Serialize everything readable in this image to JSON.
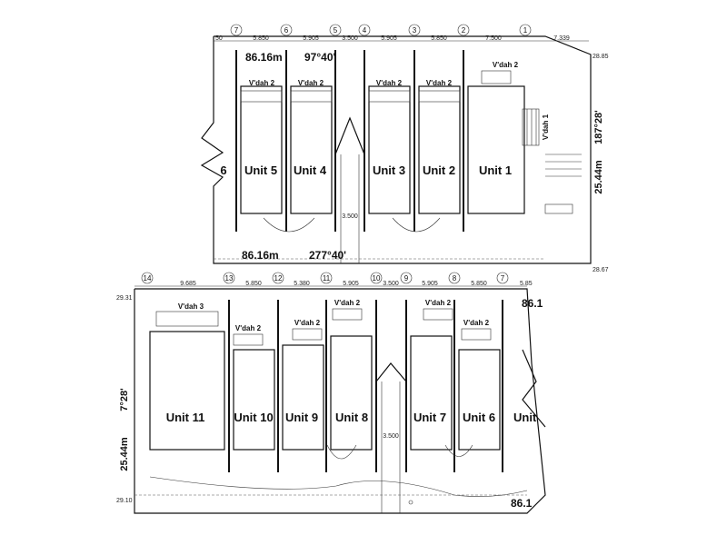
{
  "upper_block": {
    "bearing_top": "86.16m",
    "angle_top": "97°40'",
    "bearing_bottom": "86.16m",
    "angle_bottom": "277°40'",
    "side_length": "25.44m",
    "side_angle": "187°28'",
    "rl_top_right": "28.85",
    "rl_bottom_right": "28.67",
    "partial_unit": "6",
    "grid_numbers": [
      "7",
      "6",
      "5",
      "4",
      "3",
      "2",
      "1"
    ],
    "dims": [
      "5.850",
      "5.905",
      "3.500",
      "5.905",
      "5.850",
      "7.500",
      "7.339"
    ],
    "dim_start": "50",
    "units": [
      "Unit 5",
      "Unit 4",
      "Unit 3",
      "Unit 2",
      "Unit 1"
    ],
    "vdah": [
      "V'dah 2",
      "V'dah 2",
      "V'dah 2",
      "V'dah 2",
      "V'dah 2",
      "V'dah 1"
    ],
    "driveway_dim": "3.500"
  },
  "lower_block": {
    "rl_top_left": "29.31",
    "rl_bottom_left": "29.10",
    "side_length": "25.44m",
    "side_angle": "7°28'",
    "bearing_bottom": "86.1",
    "partial_unit": "Unit",
    "partial_top": "86.1",
    "grid_numbers": [
      "14",
      "13",
      "12",
      "11",
      "10",
      "9",
      "8",
      "7"
    ],
    "dims": [
      "9.685",
      "5.850",
      "5.380",
      "5.905",
      "3.500",
      "5.905",
      "5.850",
      "5.85"
    ],
    "units": [
      "Unit 11",
      "Unit 10",
      "Unit 9",
      "Unit 8",
      "Unit 7",
      "Unit 6"
    ],
    "vdah": [
      "V'dah 3",
      "V'dah 2",
      "V'dah 2",
      "V'dah 2",
      "V'dah 2",
      "V'dah 2"
    ],
    "driveway_dim": "3.500"
  }
}
